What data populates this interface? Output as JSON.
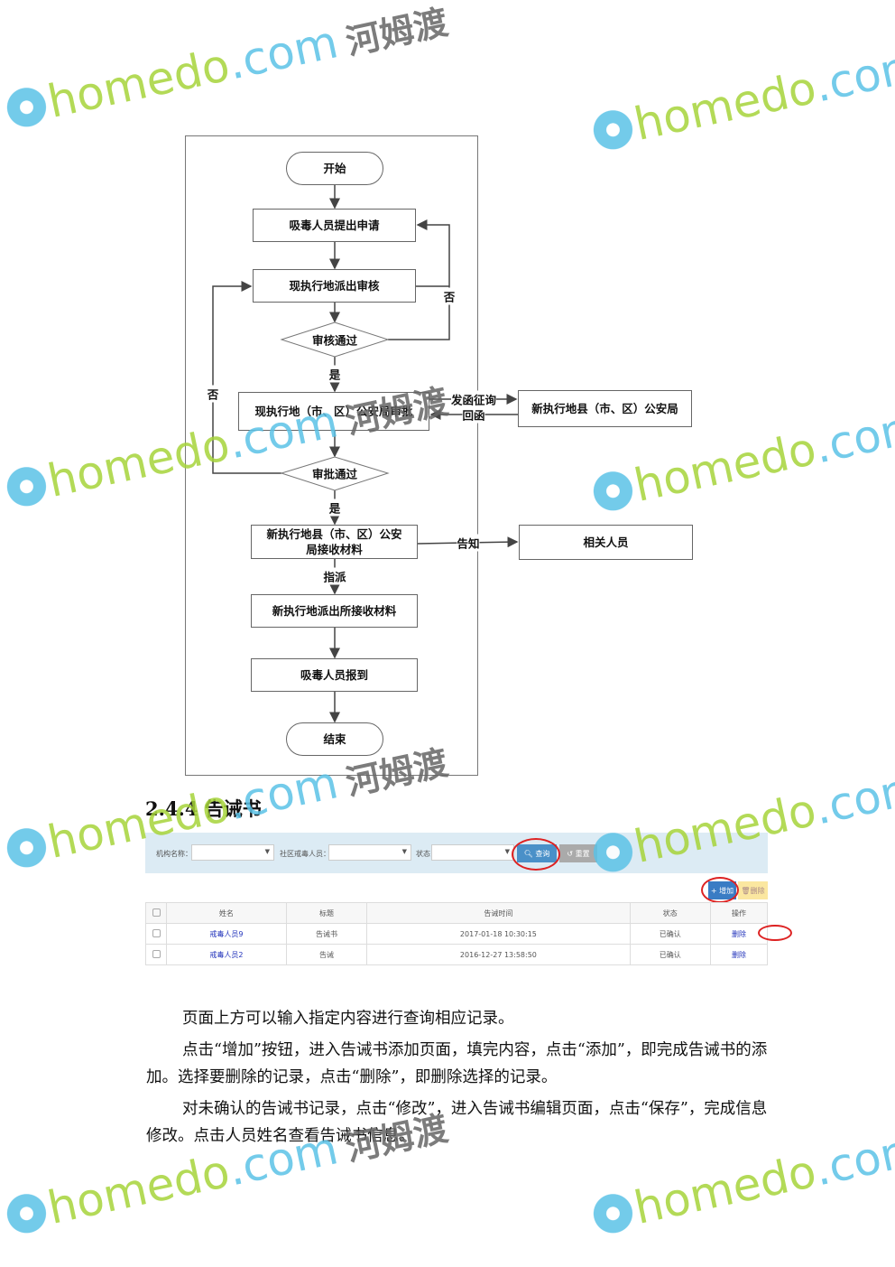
{
  "flowchart": {
    "start": "开始",
    "n1": "吸毒人员提出申请",
    "n2": "现执行地派出审核",
    "d1": "审核通过",
    "yes1": "是",
    "no1": "否",
    "n3": "现执行地（市、区）公安局审批",
    "r1": "新执行地县（市、区）公安局",
    "send": "发函征询",
    "reply": "回函",
    "d2": "审批通过",
    "no2": "否",
    "yes2": "是",
    "n4a": "新执行地县（市、区）公安",
    "n4b": "局接收材料",
    "notify": "告知",
    "r2": "相关人员",
    "assign": "指派",
    "n5": "新执行地派出所接收材料",
    "n6": "吸毒人员报到",
    "end": "结束"
  },
  "section_title": "2.4.4 告诫书",
  "screenshot": {
    "filters": [
      "机构名称：",
      "社区戒毒人员：",
      "状态"
    ],
    "query": "查询",
    "reset": "重置",
    "add": "增加",
    "delete": "删除",
    "headers": [
      "姓名",
      "标题",
      "告诫时间",
      "状态",
      "操作"
    ],
    "rows": [
      [
        "戒毒人员9",
        "告诫书",
        "2017-01-18 10:30:15",
        "已确认",
        "删除"
      ],
      [
        "戒毒人员2",
        "告诫",
        "2016-12-27 13:58:50",
        "已确认",
        "删除"
      ]
    ]
  },
  "paragraphs": [
    "页面上方可以输入指定内容进行查询相应记录。",
    "点击“增加”按钮，进入告诫书添加页面，填完内容，点击“添加”，即完成告诫书的添加。选择要删除的记录，点击“删除”，即删除选择的记录。",
    "对未确认的告诫书记录，点击“修改”，进入告诫书编辑页面，点击“保存”，完成信息修改。点击人员姓名查看告诫书信息。"
  ],
  "watermark": {
    "brand": "homedo",
    "dot": ".com",
    "cn": "河姆渡"
  }
}
